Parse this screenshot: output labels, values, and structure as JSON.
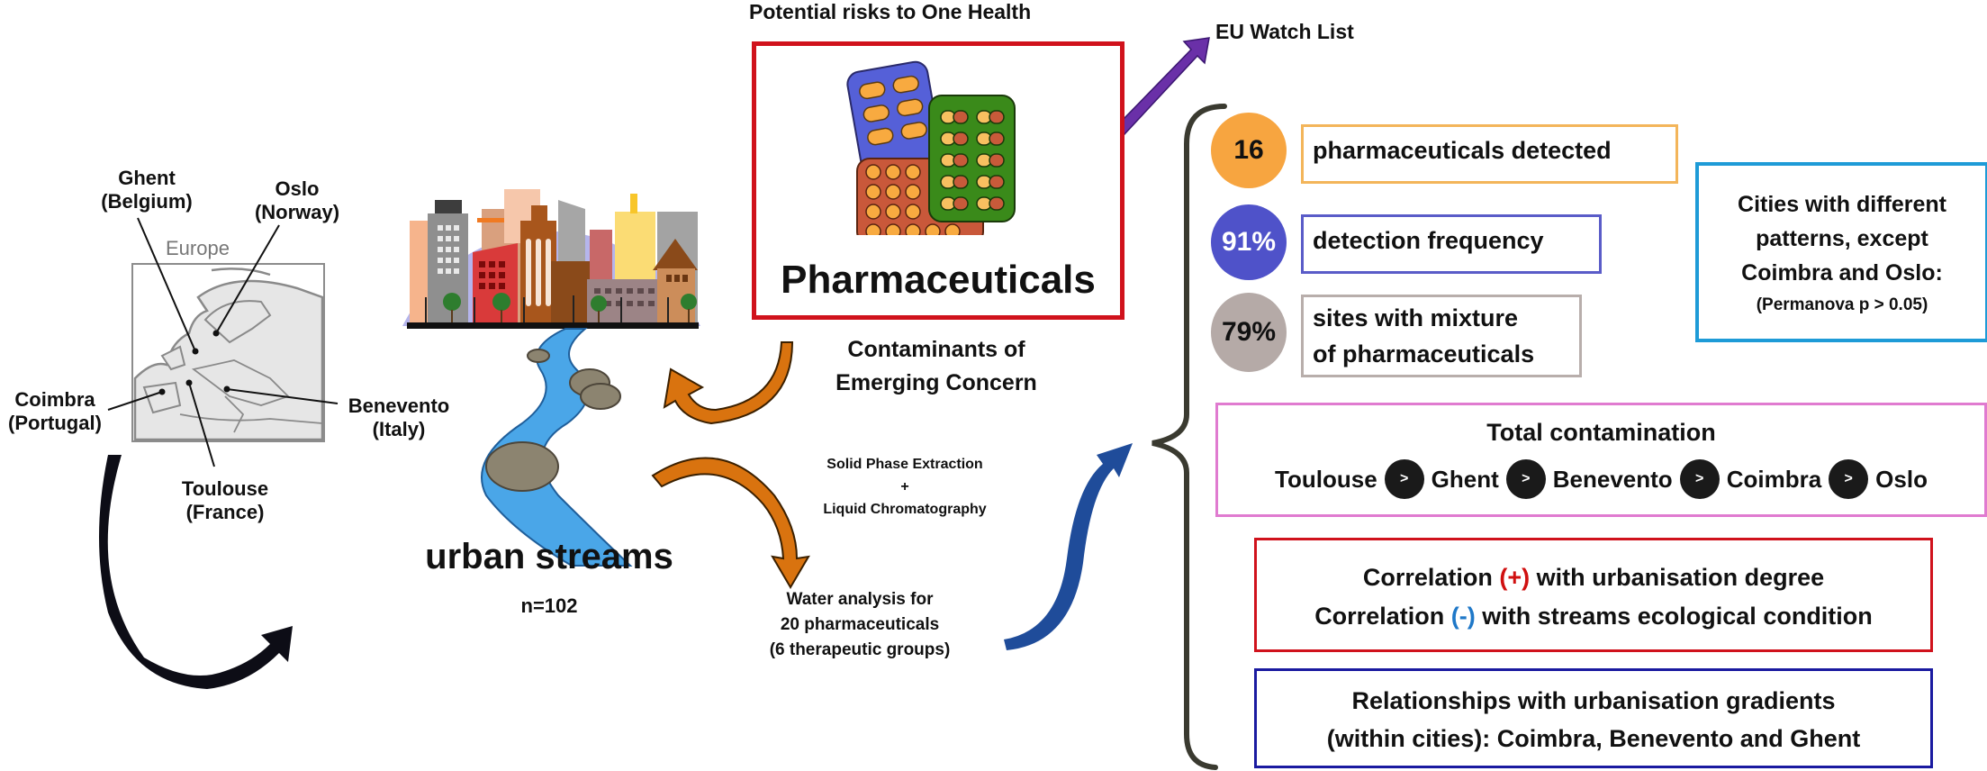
{
  "map": {
    "label": "Europe",
    "cities": [
      {
        "name": "Ghent",
        "country": "(Belgium)"
      },
      {
        "name": "Oslo",
        "country": "(Norway)"
      },
      {
        "name": "Coimbra",
        "country": "(Portugal)"
      },
      {
        "name": "Benevento",
        "country": "(Italy)"
      },
      {
        "name": "Toulouse",
        "country": "(France)"
      }
    ]
  },
  "streams": {
    "title": "urban streams",
    "sample_size": "n=102"
  },
  "pharma": {
    "header": "Potential risks to One Health",
    "title": "Pharmaceuticals",
    "cec_line1": "Contaminants of",
    "cec_line2": "Emerging Concern"
  },
  "method": {
    "line1": "Solid Phase Extraction",
    "line2": "+",
    "line3": "Liquid Chromatography"
  },
  "analysis": {
    "line1": "Water analysis for",
    "line2": "20 pharmaceuticals",
    "line3": "(6 therapeutic groups)"
  },
  "eu_watch_list": "EU Watch List",
  "stats": [
    {
      "value": "16",
      "label": "pharmaceuticals detected",
      "color": "#f7a540"
    },
    {
      "value": "91%",
      "label": "detection frequency",
      "color": "#4f52c9"
    },
    {
      "value": "79%",
      "label_line1": "sites with mixture",
      "label_line2": "of pharmaceuticals",
      "color": "#b5aaa7"
    }
  ],
  "cities_box": {
    "line1": "Cities with different",
    "line2": "patterns, except",
    "line3": "Coimbra and Oslo:",
    "line4": "(Permanova p > 0.05)",
    "border_color": "#1e9bd7"
  },
  "total_contamination": {
    "title": "Total contamination",
    "ranking": [
      "Toulouse",
      "Ghent",
      "Benevento",
      "Coimbra",
      "Oslo"
    ],
    "separator": ">",
    "border_color": "#e07bd0"
  },
  "correlation": {
    "line1_pre": "Correlation ",
    "line1_sign": "(+)",
    "line1_post": " with urbanisation degree",
    "line2_pre": "Correlation ",
    "line2_sign": "(-)",
    "line2_post": " with streams ecological condition",
    "pos_color": "#d01010",
    "neg_color": "#1f78c8",
    "border_color": "#d0121c"
  },
  "relationships": {
    "line1": "Relationships with urbanisation gradients",
    "line2": "(within cities): Coimbra, Benevento and Ghent",
    "border_color": "#1a1aa0"
  }
}
